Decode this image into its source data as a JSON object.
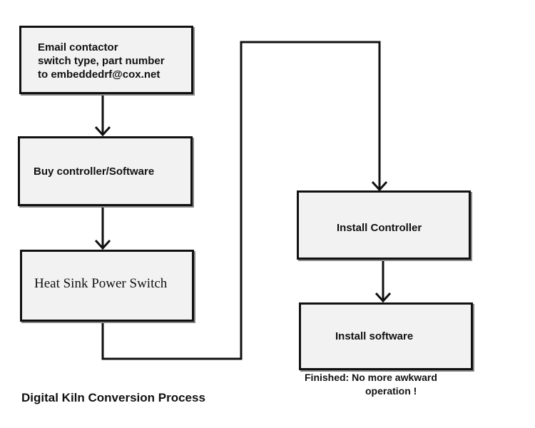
{
  "nodes": {
    "email": {
      "lines": [
        "Email contactor",
        "switch type, part number",
        "to embeddedrf@cox.net"
      ]
    },
    "buy": {
      "label": "Buy controller/Software"
    },
    "heatsink": {
      "label": "Heat Sink Power Switch"
    },
    "install_controller": {
      "label": "Install Controller"
    },
    "install_software": {
      "label": "Install software"
    }
  },
  "finished_note": {
    "lines": [
      "Finished:  No more awkward",
      "operation !"
    ]
  },
  "title": "Digital Kiln Conversion Process",
  "edges": [
    {
      "from": "email",
      "to": "buy"
    },
    {
      "from": "buy",
      "to": "heatsink"
    },
    {
      "from": "heatsink",
      "to": "install_controller"
    },
    {
      "from": "install_controller",
      "to": "install_software"
    }
  ],
  "colors": {
    "box_fill": "#f1f2f1",
    "stroke": "#111111"
  }
}
